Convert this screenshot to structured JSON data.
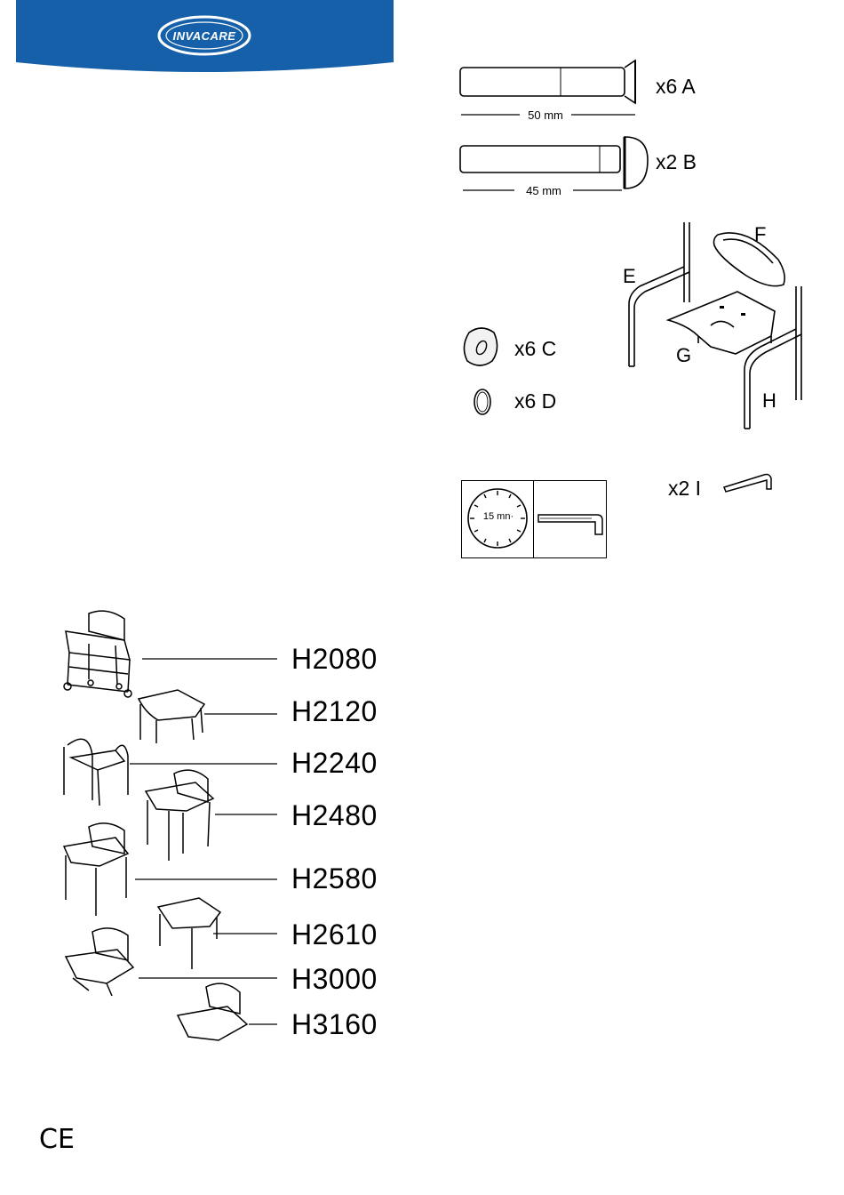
{
  "header": {
    "brand": "INVACARE",
    "band_color": "#1560a8"
  },
  "hardware": {
    "screw_a": {
      "quantity_label": "x6 A",
      "length_label": "50 mm"
    },
    "screw_b": {
      "quantity_label": "x2 B",
      "length_label": "45 mm"
    },
    "washer_c": {
      "quantity_label": "x6 C"
    },
    "ring_d": {
      "quantity_label": "x6 D"
    },
    "hex_key_i": {
      "quantity_label": "x2 I"
    }
  },
  "assembly_parts": {
    "e": "E",
    "f": "F",
    "g": "G",
    "h": "H"
  },
  "assembly_time": {
    "label": "15 mn·"
  },
  "models": [
    "H2080",
    "H2120",
    "H2240",
    "H2480",
    "H2580",
    "H2610",
    "H3000",
    "H3160"
  ],
  "certification": {
    "mark": "CE"
  }
}
